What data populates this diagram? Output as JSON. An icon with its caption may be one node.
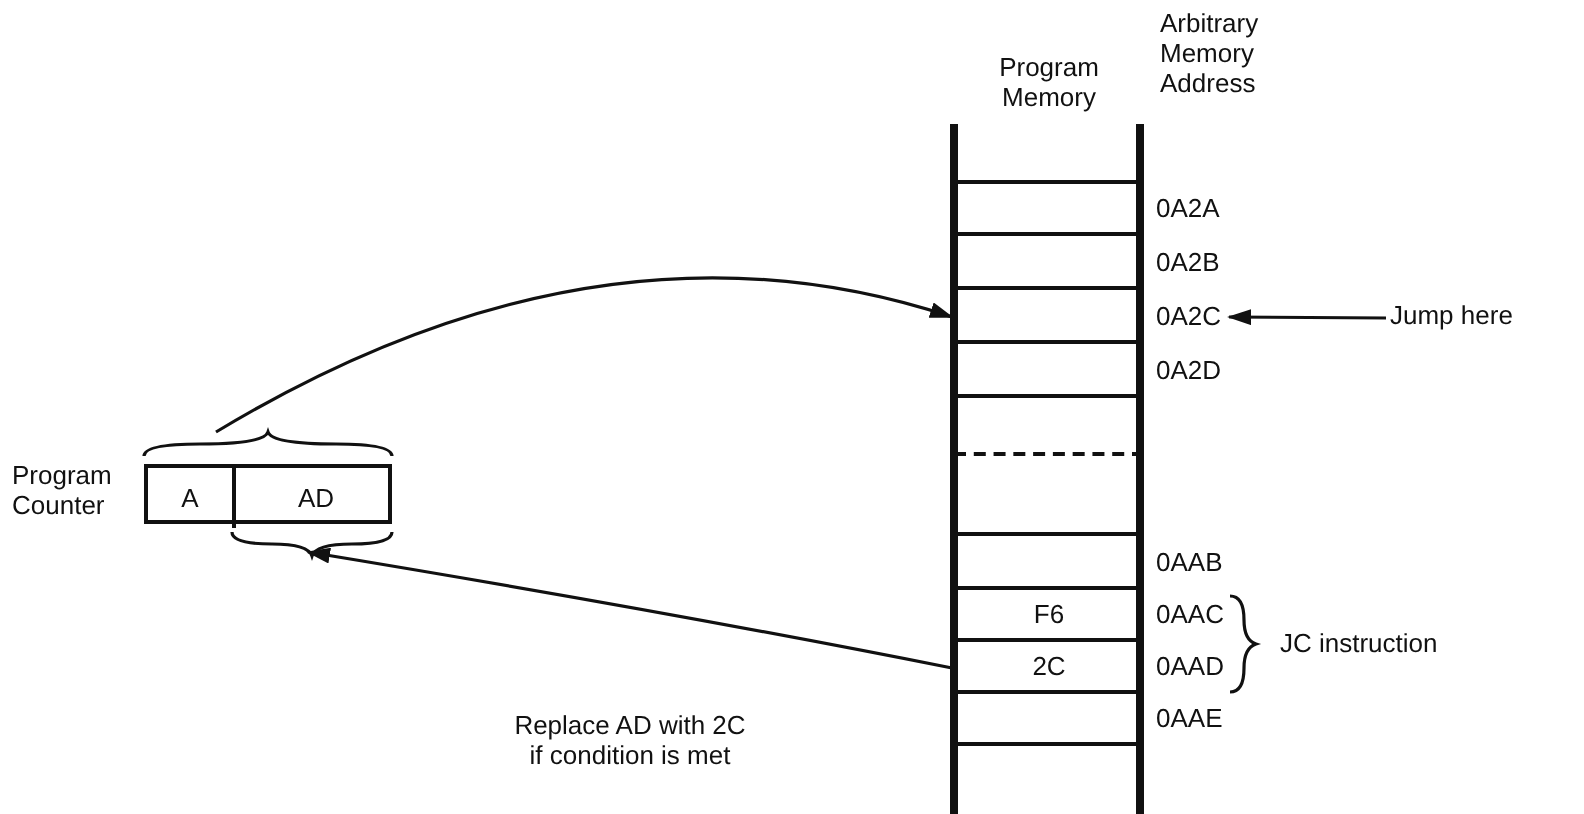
{
  "diagram": {
    "nodes": [
      {
        "text": [
          "Program Counter"
        ]
      },
      {
        "text": [
          "A"
        ],
        "in": 0
      },
      {
        "text": [
          "AD"
        ],
        "in": 0
      },
      {
        "text": [
          "Program Memory"
        ]
      },
      {
        "text": [],
        "shape": "box",
        "in": 3
      },
      {
        "text": [],
        "shape": "box",
        "in": 3,
        "beside": [
          "0A2A"
        ]
      },
      {
        "text": [],
        "shape": "box",
        "in": 3,
        "beside": [
          "0A2B"
        ]
      },
      {
        "text": [],
        "shape": "box",
        "in": 3,
        "beside": [
          "0A2C"
        ]
      },
      {
        "text": [],
        "shape": "box",
        "in": 3,
        "beside": [
          "0A2D"
        ]
      },
      {
        "text": [],
        "shape": "box",
        "in": 3
      },
      {
        "text": [],
        "shape": "box",
        "in": 3
      },
      {
        "text": [],
        "shape": "box",
        "in": 3,
        "beside": [
          "0AAB"
        ]
      },
      {
        "text": [
          "F6"
        ],
        "in": 3,
        "beside": [
          "0AAC"
        ]
      },
      {
        "text": [
          "2C"
        ],
        "in": 3,
        "beside": [
          "0AAD"
        ]
      },
      {
        "text": [],
        "shape": "box",
        "in": 3,
        "beside": [
          "0AAE"
        ]
      },
      {
        "text": [],
        "shape": "box",
        "in": 3
      },
      {
        "text": [
          "Jump here"
        ]
      }
    ],
    "edges": [
      {
        "from": 0,
        "to": 7,
        "arrow": "to"
      },
      {
        "from": 13,
        "to": 2,
        "arrow": "to",
        "label": "Replace AD with 2C if condition is met"
      },
      {
        "from": 16,
        "to": 7,
        "arrow": "to"
      }
    ],
    "labels": [
      "Arbitrary Memory Address",
      "JC instruction"
    ]
  }
}
